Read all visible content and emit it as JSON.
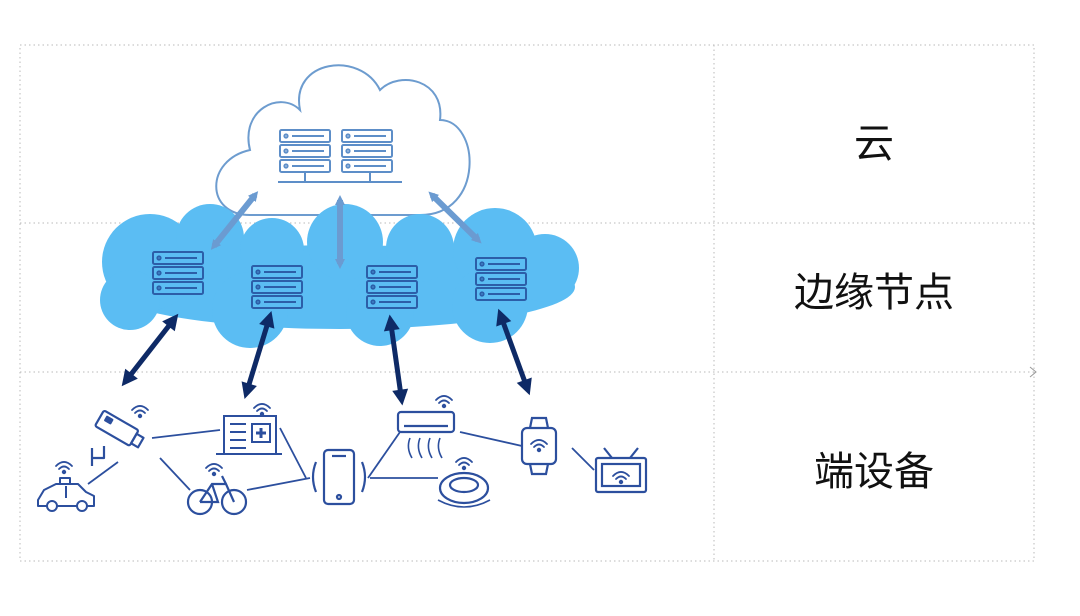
{
  "layers": {
    "cloud_label": "云",
    "edge_label": "边缘节点",
    "device_label": "端设备"
  },
  "colors": {
    "cloud_outline": "#6d9ccf",
    "edge_fill": "#5bbdf3",
    "up_arrow": "#6b9bd1",
    "down_arrow": "#0e2a66",
    "icon_stroke": "#2c4f9e",
    "grid_line": "#b9b9b9"
  },
  "icons": [
    "server-rack-icon",
    "cctv-camera-icon",
    "taxi-icon",
    "bicycle-icon",
    "hospital-icon",
    "smartphone-icon",
    "air-conditioner-icon",
    "robot-vacuum-icon",
    "smartwatch-icon",
    "smart-tv-icon",
    "wifi-icon"
  ]
}
